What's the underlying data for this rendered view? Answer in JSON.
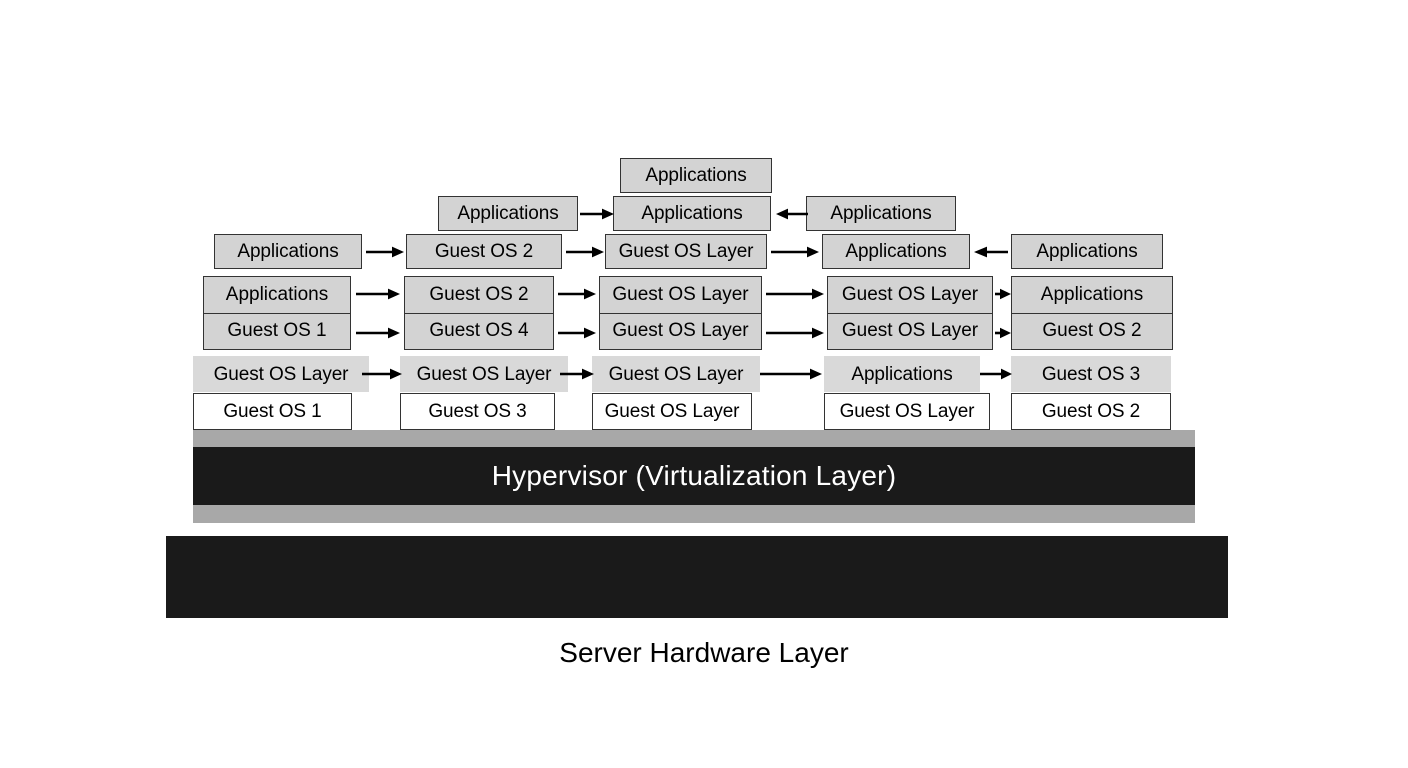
{
  "diagram": {
    "title": "Hypervisor virtualization stack diagram",
    "colors": {
      "cell_gray": "#d3d3d3",
      "cell_light_gray": "#d9d9d9",
      "cell_white": "#ffffff",
      "band_gray": "#a8a8a8",
      "bar_black": "#1a1a1a",
      "border": "#333333",
      "text": "#000000",
      "inverse_text": "#ffffff",
      "background": "#ffffff"
    },
    "labels": {
      "applications": "Applications",
      "guest_os_layer": "Guest OS Layer",
      "guest_os_1": "Guest OS 1",
      "guest_os_2": "Guest OS 2",
      "guest_os_3": "Guest OS 3",
      "guest_os_4": "Guest OS 4"
    },
    "hypervisor": {
      "label": "Hypervisor (Virtualization Layer)"
    },
    "hardware": {
      "label": "Server Hardware Layer"
    },
    "columns": [
      {
        "id": "column-1",
        "top_box": "Applications",
        "stack_upper": "Applications",
        "stack_lower": "Guest OS 1",
        "layer_strip": "Guest OS Layer",
        "base_strip": "Guest OS 1"
      },
      {
        "id": "column-2",
        "top_box": "Applications",
        "stack_upper": "Guest OS 2",
        "stack_lower": "Guest OS 4",
        "mid_box": "Guest OS 2",
        "layer_strip": "Guest OS Layer",
        "base_strip": "Guest OS 3"
      },
      {
        "id": "column-3",
        "peak_box": "Applications",
        "top_box": "Applications",
        "mid_box": "Guest OS Layer",
        "stack_upper": "Guest OS Layer",
        "stack_lower": "Guest OS Layer",
        "layer_strip": "Guest OS Layer",
        "base_strip": "Guest OS Layer"
      },
      {
        "id": "column-4",
        "top_box": "Applications",
        "mid_box": "Applications",
        "stack_upper": "Guest OS Layer",
        "stack_lower": "Guest OS Layer",
        "layer_strip": "Applications",
        "base_strip": "Guest OS Layer"
      },
      {
        "id": "column-5",
        "top_box": "Applications",
        "mid_box": "Applications",
        "stack_upper": "Applications",
        "stack_lower": "Guest OS 2",
        "layer_strip": "Guest OS 3",
        "base_strip": "Guest OS 2"
      }
    ]
  }
}
